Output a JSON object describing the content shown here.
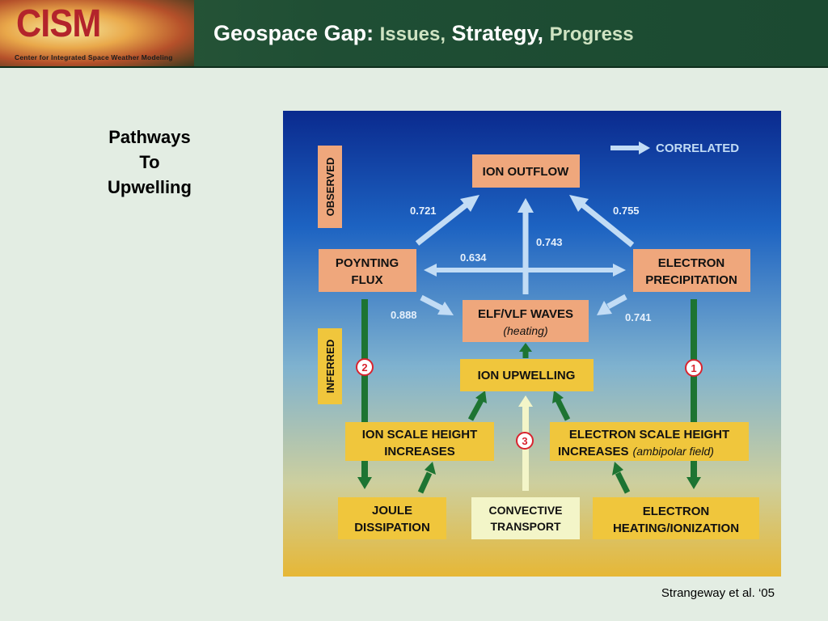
{
  "header": {
    "logo_text": "CISM",
    "logo_subtitle": "Center for Integrated Space Weather Modeling",
    "title_part1": "Geospace Gap:",
    "title_part2": "Issues,",
    "title_part3": "Strategy",
    "title_part4": ",",
    "title_part5": "Progress"
  },
  "side_title": {
    "line1": "Pathways",
    "line2": "To",
    "line3": "Upwelling"
  },
  "diagram": {
    "legend": "CORRELATED",
    "observed_label": "OBSERVED",
    "inferred_label": "INFERRED",
    "boxes": {
      "ion_outflow": "ION OUTFLOW",
      "poynting_line1": "POYNTING",
      "poynting_line2": "FLUX",
      "electron_line1": "ELECTRON",
      "electron_line2": "PRECIPITATION",
      "elf_line1": "ELF/VLF WAVES",
      "elf_line2": "(heating)",
      "ion_upwelling": "ION UPWELLING",
      "ion_scale_line1": "ION SCALE HEIGHT",
      "ion_scale_line2": "INCREASES",
      "elec_scale_line1": "ELECTRON SCALE HEIGHT",
      "elec_scale_line2a": "INCREASES",
      "elec_scale_line2b": "(ambipolar field)",
      "joule_line1": "JOULE",
      "joule_line2": "DISSIPATION",
      "convective_line1": "CONVECTIVE",
      "convective_line2": "TRANSPORT",
      "elec_heat_line1": "ELECTRON",
      "elec_heat_line2": "HEATING/IONIZATION"
    },
    "correlations": {
      "c1": "0.721",
      "c2": "0.755",
      "c3": "0.743",
      "c4": "0.634",
      "c5": "0.888",
      "c6": "0.741"
    },
    "pathways": {
      "p1": "1",
      "p2": "2",
      "p3": "3"
    },
    "colors": {
      "observed_box": "#efa77c",
      "inferred_box": "#f0c63c",
      "convective_box": "#f3f5c8",
      "correlation_arrow": "#c2dcf5",
      "pathway_arrow": "#1d7432",
      "pathway_circle": "#d9232e"
    }
  },
  "citation": "Strangeway et al. ‘05"
}
